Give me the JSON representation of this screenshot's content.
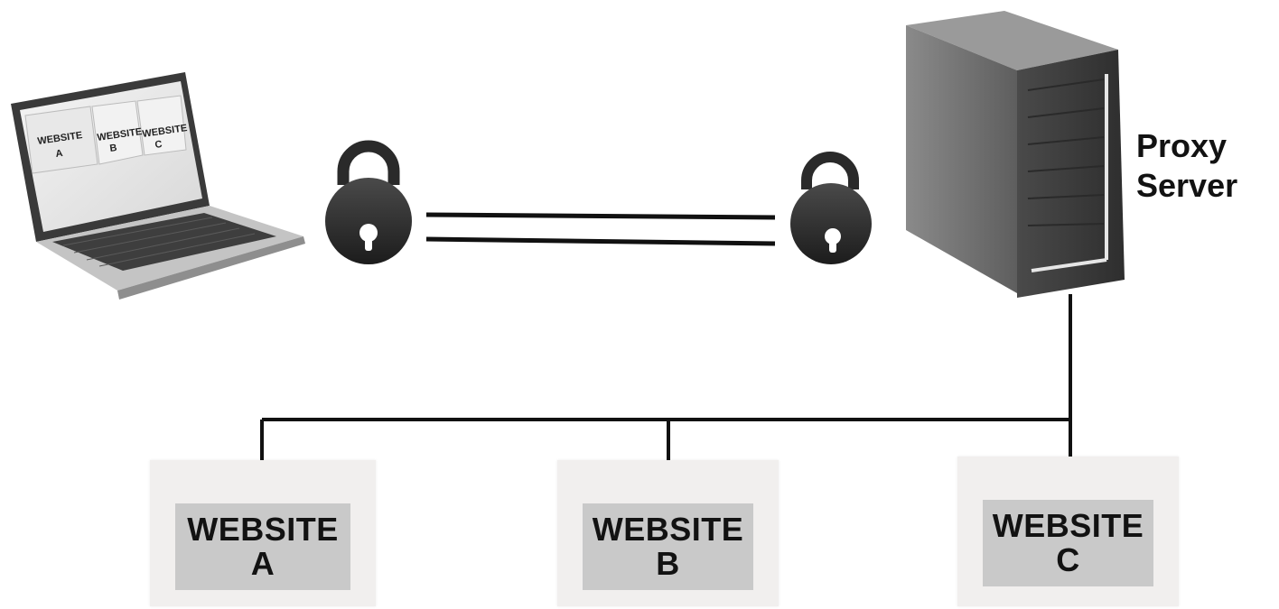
{
  "proxy": {
    "line1": "Proxy",
    "line2": "Server"
  },
  "laptop_screen": {
    "tab1": {
      "title": "WEBSITE",
      "letter": "A"
    },
    "tab2": {
      "title": "WEBSITE",
      "letter": "B"
    },
    "tab3": {
      "title": "WEBSITE",
      "letter": "C"
    }
  },
  "websites": [
    {
      "title": "WEBSITE",
      "letter": "A"
    },
    {
      "title": "WEBSITE",
      "letter": "B"
    },
    {
      "title": "WEBSITE",
      "letter": "C"
    }
  ],
  "colors": {
    "line": "#111111",
    "lock_body": "#2a2a2a",
    "server_front": "#6e6e6e",
    "server_side": "#3c3c3c",
    "box_bg": "#f1efee",
    "label_bg": "#c9c9c9"
  }
}
